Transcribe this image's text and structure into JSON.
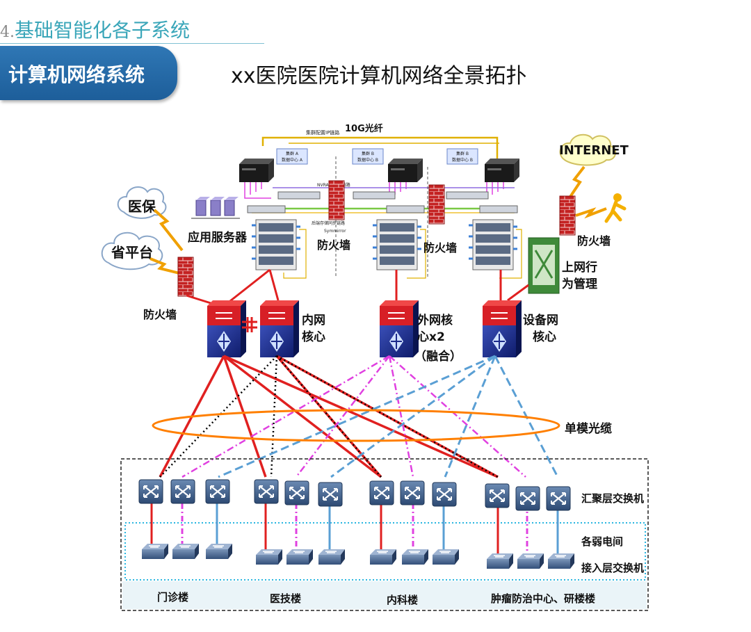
{
  "header": {
    "section_number": "4.",
    "section_title": "基础智能化各子系统",
    "tab_label": "计算机网络系统",
    "page_title": "xx医院医院计算机网络全景拓扑"
  },
  "diagram": {
    "fiber_label": "10G光纤",
    "cluster_ip_link": "集群配置IP链路",
    "cluster_a": [
      "集群 A",
      "数据中心 A"
    ],
    "cluster_b1": [
      "集群 B",
      "数据中心 B"
    ],
    "cluster_b2": [
      "集群 B",
      "数据中心 B"
    ],
    "nvram_link": "NVRAM 镜像链路",
    "backend_link": "后端存储同步链路",
    "symmirror": "Symmirror",
    "internet": "INTERNET",
    "yibao": "医保",
    "shengpingtai": "省平台",
    "app_server": "应用服务器",
    "firewall_center_left": "防火墙",
    "firewall_center_right": "防火墙",
    "firewall_left": "防火墙",
    "firewall_right": "防火墙",
    "behavior_mgmt": [
      "上网行",
      "为管理"
    ],
    "inner_core": [
      "内网",
      "核心"
    ],
    "outer_core": [
      "外网核",
      "心x2",
      "（融合）"
    ],
    "device_core": [
      "设备网",
      "核心"
    ],
    "single_mode": "单模光缆",
    "agg_switch": "汇聚层交换机",
    "weak_room": "各弱电间",
    "access_switch": "接入层交换机",
    "buildings": [
      "门诊楼",
      "医技楼",
      "内科楼",
      "肿瘤防治中心、研楼楼"
    ]
  },
  "colors": {
    "inner": "#e02020",
    "outer": "#e040e0",
    "device": "#5a9fd4",
    "black_dotted": "#000000",
    "ring": "#ff7f00"
  }
}
